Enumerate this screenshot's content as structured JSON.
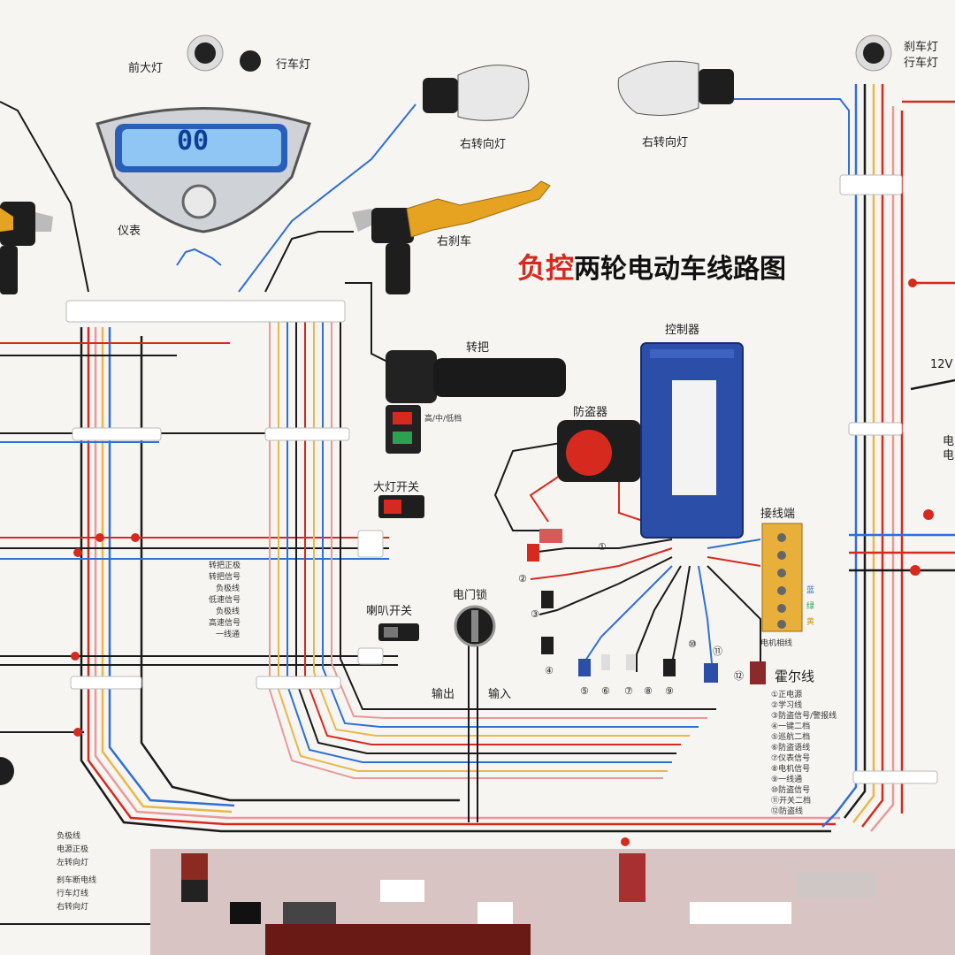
{
  "title": {
    "brand": "负控",
    "text": "两轮电动车线路图"
  },
  "labels": {
    "headlight": "前大灯",
    "running_light": "行车灯",
    "brake_light_line1": "刹车灯",
    "brake_light_line2": "行车灯",
    "meter": "仪表",
    "right_turn_light_a": "右转向灯",
    "right_turn_light_b": "右转向灯",
    "right_brake": "右刹车",
    "throttle": "转把",
    "gear_switch": "高/中/低档",
    "anti_theft": "防盗器",
    "controller": "控制器",
    "terminal": "接线端",
    "voltage": "12V",
    "headlight_switch": "大灯开关",
    "horn_switch": "喇叭开关",
    "key_switch": "电门锁",
    "output": "输出",
    "input": "输入",
    "hall": "霍尔线",
    "motor_phase": "电机相线",
    "speedo": "00"
  },
  "left_list": [
    "转把正极",
    "转把信号",
    "负极线",
    "低速信号",
    "负极线",
    "高速信号",
    "一线通"
  ],
  "bottom_left_list": [
    "负极线",
    "电源正极",
    "左转向灯",
    "刹车断电线",
    "行车灯线",
    "右转向灯"
  ],
  "hall_list": [
    "①正电源",
    "②学习线",
    "③防盗信号/警报线",
    "④一键二档",
    "⑤巡航二档",
    "⑥防盗语线",
    "⑦仪表信号",
    "⑧电机信号",
    "⑨一线通",
    "⑩防盗信号",
    "⑪开关二档",
    "⑫防盗线"
  ],
  "connector_numbers": [
    "①",
    "②",
    "③",
    "④",
    "⑤",
    "⑥",
    "⑦",
    "⑧",
    "⑨",
    "⑩",
    "⑪",
    "⑫"
  ],
  "right_edge": [
    "电",
    "电"
  ],
  "terminal_colors": {
    "blue": "蓝",
    "green": "绿",
    "yellow": "黄"
  },
  "colors": {
    "red": "#d62a1f",
    "blue": "#2f6fd6",
    "black": "#1a1a1a",
    "yellow": "#e8b84a",
    "pink": "#e79a9a",
    "controller": "#2b4ea8",
    "board": "#f6f5f2"
  }
}
